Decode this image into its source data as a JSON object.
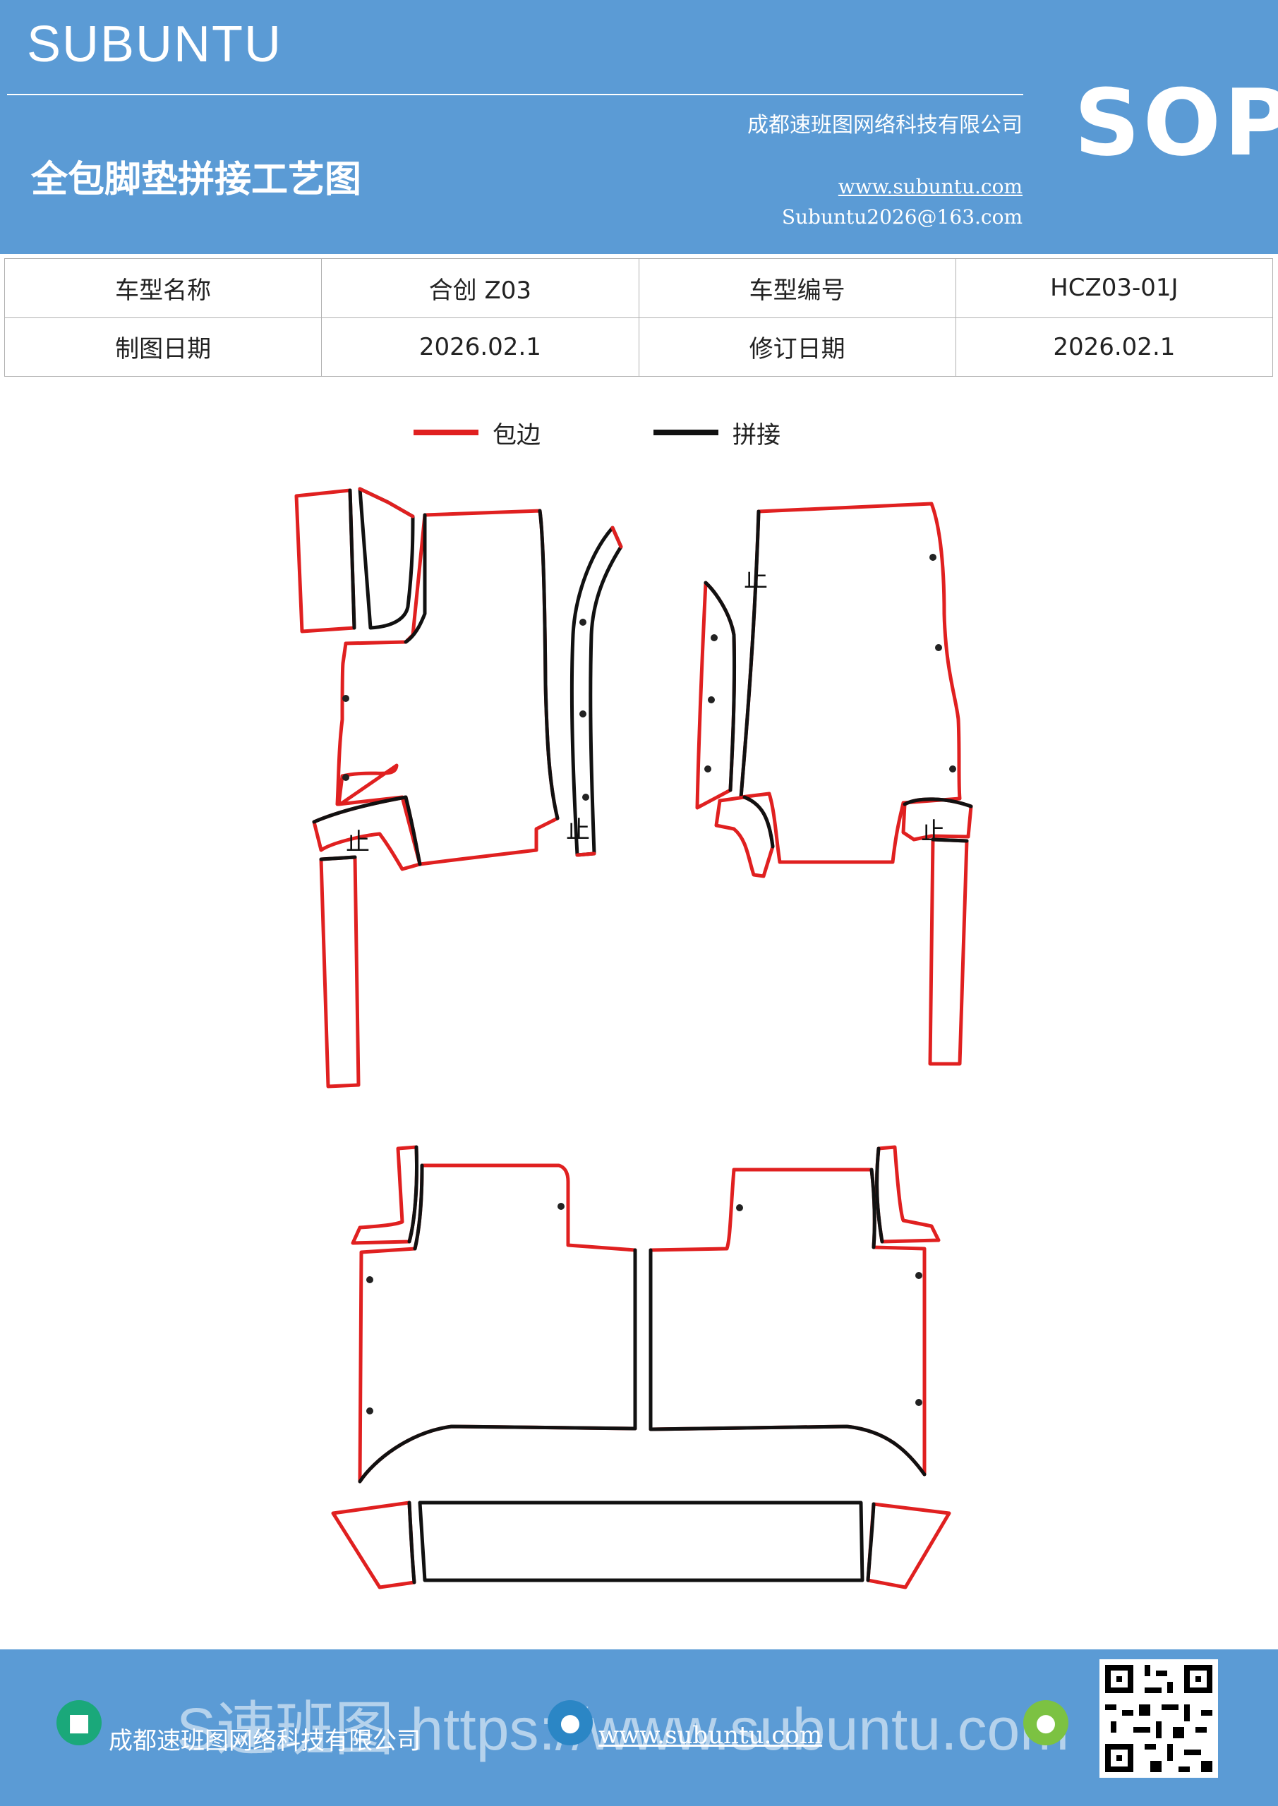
{
  "header": {
    "brand": "SUBUNTU",
    "title": "全包脚垫拼接工艺图",
    "company": "成都速班图网络科技有限公司",
    "website": "www.subuntu.com",
    "email": "Subuntu2026@163.com",
    "badge": "SOP"
  },
  "info_table": {
    "model_name_label": "车型名称",
    "model_name_value": "合创 Z03",
    "model_code_label": "车型编号",
    "model_code_value": "HCZ03-01J",
    "draw_date_label": "制图日期",
    "draw_date_value": "2026.02.1",
    "revision_date_label": "修订日期",
    "revision_date_value": "2026.02.1"
  },
  "legend": {
    "edge_label": "包边",
    "edge_color": "#e02020",
    "seam_label": "拼接",
    "seam_color": "#111111"
  },
  "diagram": {
    "stop_mark": "止"
  },
  "footer": {
    "company": "成都速班图网络科技有限公司",
    "website": "www.subuntu.com",
    "watermark": "S速班图 https://www.subuntu.com",
    "bg_color": "#5b9bd5"
  }
}
